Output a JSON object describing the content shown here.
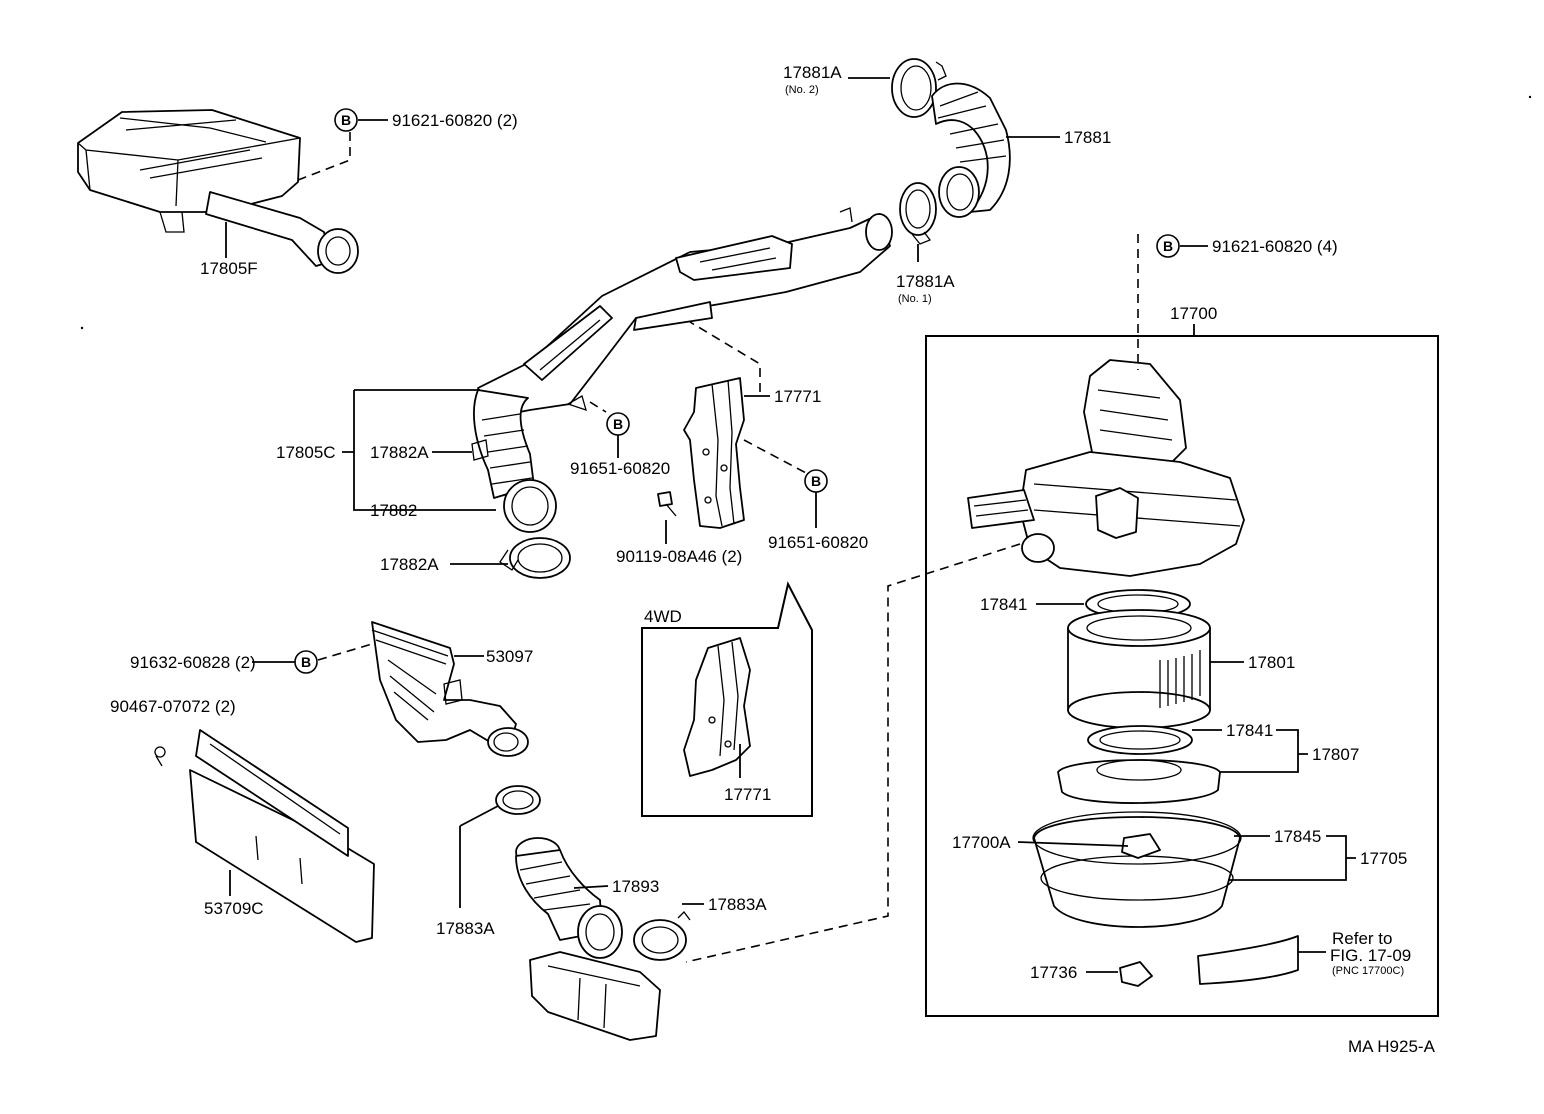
{
  "bolt_symbol": "B",
  "callouts": {
    "c_17881A_no2": "17881A",
    "c_no2": "(No. 2)",
    "c_17881": "17881",
    "c_17881A_no1": "17881A",
    "c_no1": "(No. 1)",
    "c_91621_2": "91621-60820 (2)",
    "c_91621_4": "91621-60820 (4)",
    "c_17805F": "17805F",
    "c_17700": "17700",
    "c_17771_top": "17771",
    "c_17805C": "17805C",
    "c_17882A_top": "17882A",
    "c_17882": "17882",
    "c_17882A_bottom": "17882A",
    "c_91651_left": "91651-60820",
    "c_91651_right": "91651-60820",
    "c_90119": "90119-08A46 (2)",
    "c_4wd": "4WD",
    "c_17771_4wd": "17771",
    "c_17841_top": "17841",
    "c_17801": "17801",
    "c_17841_mid": "17841",
    "c_17807": "17807",
    "c_17700A": "17700A",
    "c_17845": "17845",
    "c_17705": "17705",
    "c_17736": "17736",
    "c_refer1": "Refer to",
    "c_refer2": "FIG. 17-09",
    "c_refer3": "(PNC 17700C)",
    "c_91632": "91632-60828 (2)",
    "c_53097": "53097",
    "c_90467": "90467-07072 (2)",
    "c_53709C": "53709C",
    "c_17893": "17893",
    "c_17883A_left": "17883A",
    "c_17883A_right": "17883A",
    "c_footer": "MA  H925-A"
  }
}
